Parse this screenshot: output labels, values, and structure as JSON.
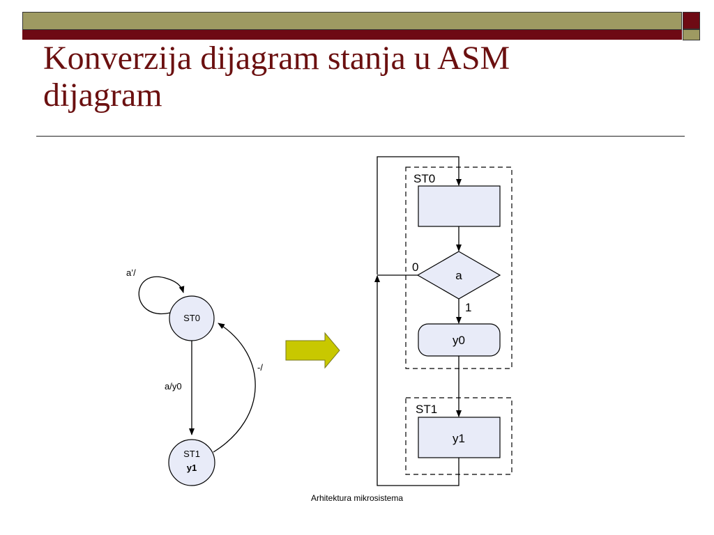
{
  "slide": {
    "title_line1": "Konverzija dijagram stanja u ASM",
    "title_line2": "dijagram",
    "footer": "Arhitektura mikrosistema"
  },
  "colors": {
    "title": "#6b1010",
    "header_olive": "#9e9a62",
    "header_maroon": "#6e0a14",
    "box_fill": "#e8ebf8",
    "arrow_fill": "#c8c800"
  },
  "state_diagram": {
    "states": [
      {
        "id": "ST0",
        "label": "ST0",
        "output": ""
      },
      {
        "id": "ST1",
        "label": "ST1",
        "output": "y1"
      }
    ],
    "transitions": [
      {
        "from": "ST0",
        "to": "ST0",
        "label": "a’/"
      },
      {
        "from": "ST0",
        "to": "ST1",
        "label": "a/y0"
      },
      {
        "from": "ST1",
        "to": "ST0",
        "label": "-/"
      }
    ]
  },
  "asm_diagram": {
    "blocks": [
      {
        "name": "ST0",
        "state_box": "",
        "decision": "a",
        "decision_false": "0",
        "decision_true": "1",
        "conditional_output": "y0"
      },
      {
        "name": "ST1",
        "state_box": "y1"
      }
    ]
  }
}
